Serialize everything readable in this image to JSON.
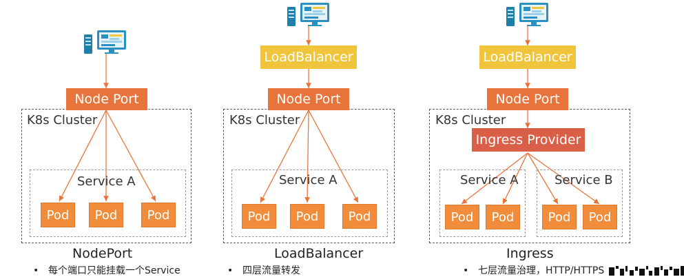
{
  "colors": {
    "arrow": "#e8743b",
    "node_port": "#e8743b",
    "load_balancer": "#f0c53c",
    "ingress_provider": "#d95f48",
    "pod": "#f08c3a"
  },
  "panels": [
    {
      "cluster_label": "K8s Cluster",
      "node_port_label": "Node Port",
      "service_label": "Service A",
      "pods": [
        "Pod",
        "Pod",
        "Pod"
      ],
      "caption": "NodePort",
      "bullet": "每个端口只能挂载一个Service",
      "client_icon": "computer-icon"
    },
    {
      "load_balancer_label": "LoadBalancer",
      "cluster_label": "K8s Cluster",
      "node_port_label": "Node Port",
      "service_label": "Service A",
      "pods": [
        "Pod",
        "Pod",
        "Pod"
      ],
      "caption": "LoadBalancer",
      "bullet": "四层流量转发",
      "client_icon": "computer-icon"
    },
    {
      "load_balancer_label": "LoadBalancer",
      "cluster_label": "K8s Cluster",
      "node_port_label": "Node Port",
      "ingress_provider_label": "Ingress Provider",
      "services": [
        {
          "label": "Service A",
          "pods": [
            "Pod",
            "Pod"
          ]
        },
        {
          "label": "Service B",
          "pods": [
            "Pod",
            "Pod"
          ]
        }
      ],
      "caption": "Ingress",
      "bullet": "七层流量治理，HTTP/HTTPS",
      "client_icon": "computer-icon"
    }
  ],
  "corner_icon": "qr-code-icon"
}
